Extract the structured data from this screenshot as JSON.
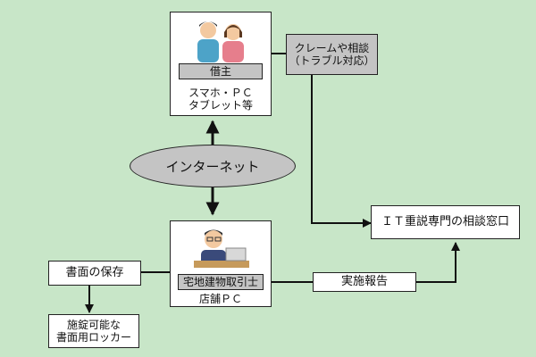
{
  "borrower": {
    "badge": "借主",
    "devices_line1": "スマホ・ＰＣ",
    "devices_line2": "タブレット等"
  },
  "internet": {
    "label": "インターネット"
  },
  "claim": {
    "line1": "クレームや相談",
    "line2": "（トラブル対応）"
  },
  "it_desk": {
    "label": "ＩＴ重説専門の相談窓口"
  },
  "agent": {
    "badge": "宅地建物取引士",
    "store_pc": "店舗ＰＣ"
  },
  "report": {
    "label": "実施報告"
  },
  "storage": {
    "label": "書面の保存"
  },
  "locker": {
    "line1": "施錠可能な",
    "line2": "書面用ロッカー"
  },
  "colors": {
    "background": "#c8e6c8",
    "box_gray": "#c4c4c4",
    "line": "#111111"
  }
}
